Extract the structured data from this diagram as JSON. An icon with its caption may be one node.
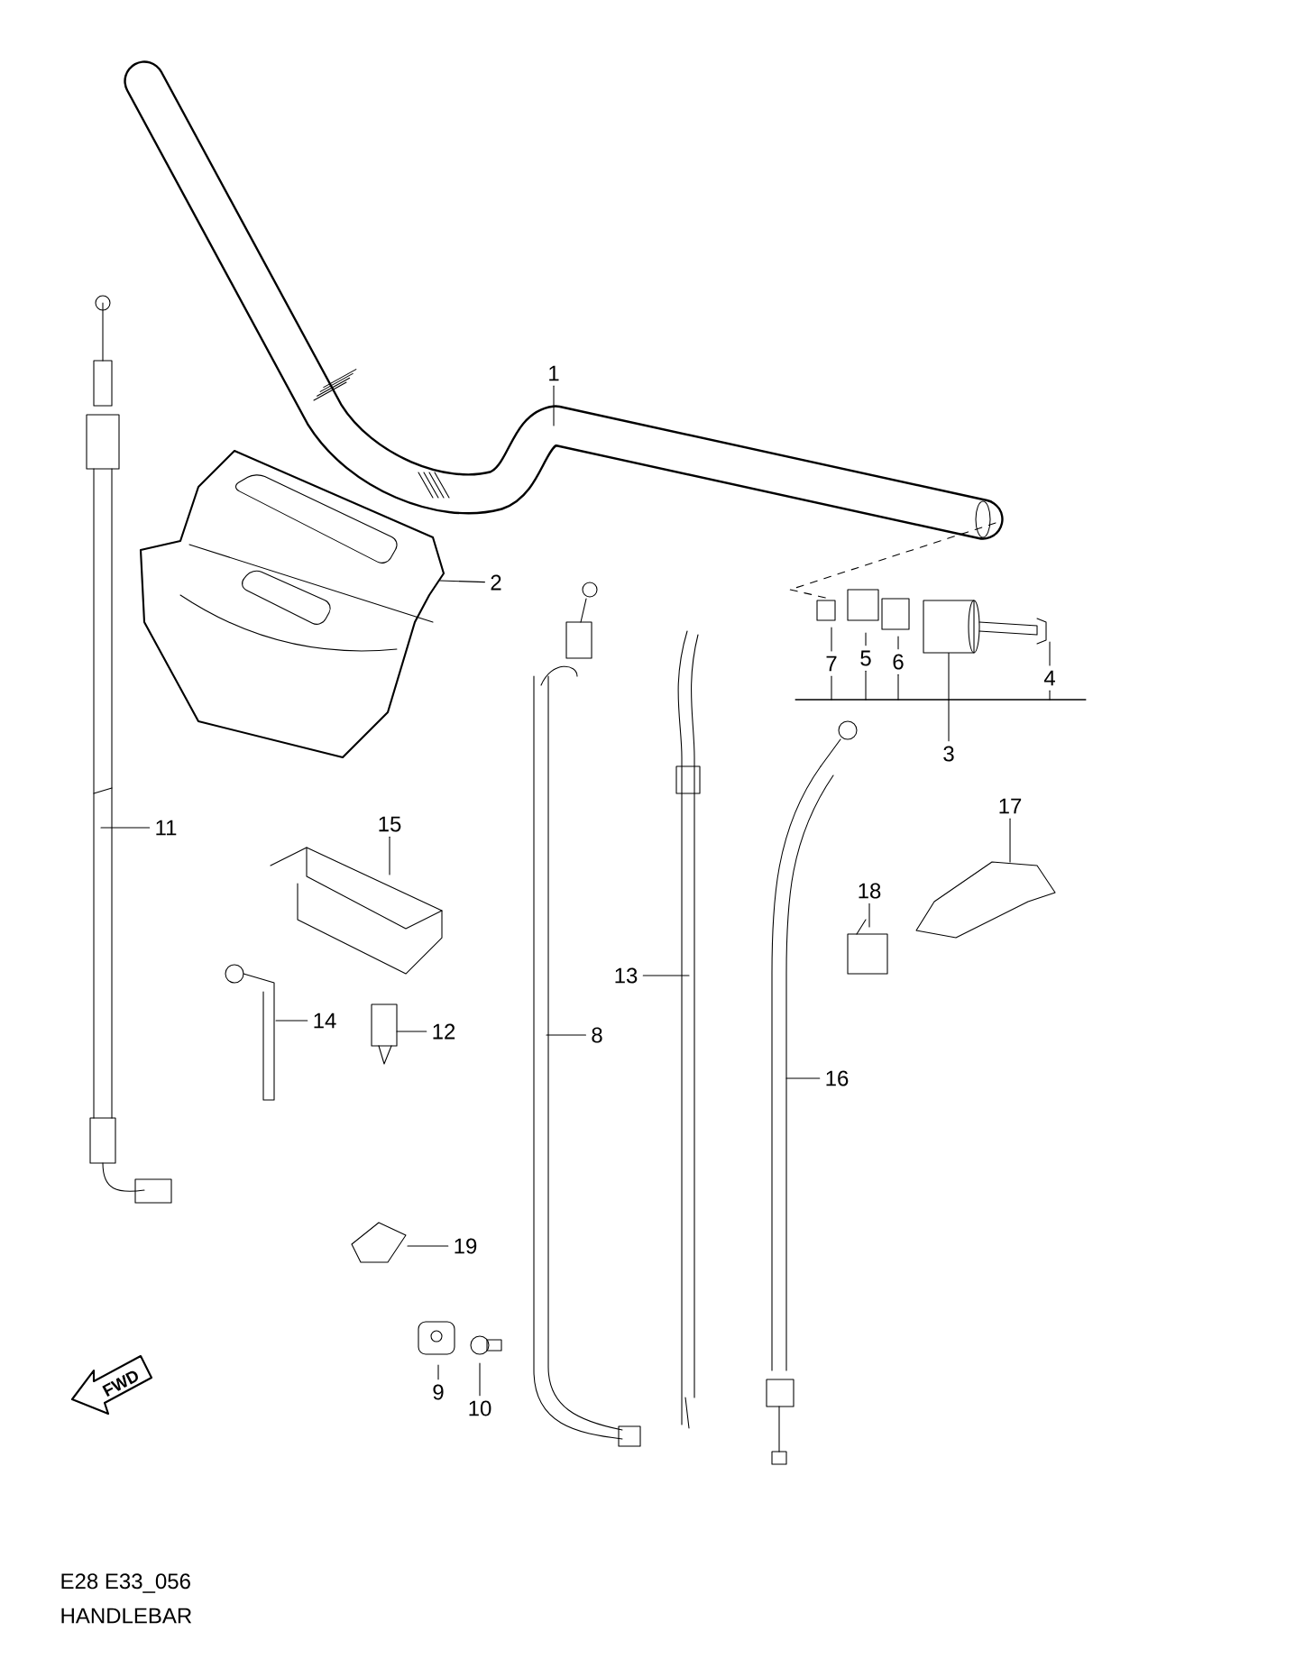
{
  "diagram": {
    "nodes": [
      {
        "text": [
          "1"
        ]
      },
      {
        "text": [
          "2"
        ]
      },
      {
        "text": [
          "7"
        ]
      },
      {
        "text": [
          "5"
        ]
      },
      {
        "text": [
          "6"
        ]
      },
      {
        "text": [
          "4"
        ]
      },
      {
        "text": [
          "3"
        ]
      },
      {
        "text": [
          "11"
        ]
      },
      {
        "text": [
          "17"
        ]
      },
      {
        "text": [
          "15"
        ]
      },
      {
        "text": [
          "18"
        ]
      },
      {
        "text": [
          "13"
        ]
      },
      {
        "text": [
          "8"
        ]
      },
      {
        "text": [
          "14"
        ]
      },
      {
        "text": [
          "12"
        ]
      },
      {
        "text": [
          "16"
        ]
      },
      {
        "text": [
          "19"
        ]
      },
      {
        "text": [
          "9"
        ]
      },
      {
        "text": [
          "10"
        ]
      },
      {
        "text": [],
        "shape": "bar"
      },
      {
        "text": [],
        "shape": "cylinder"
      }
    ],
    "edges": [
      {
        "from": 0,
        "to": null,
        "arrow": "none"
      },
      {
        "from": 1,
        "to": null,
        "arrow": "none"
      },
      {
        "from": 2,
        "to": null,
        "arrow": "none"
      },
      {
        "from": 3,
        "to": null,
        "arrow": "none"
      },
      {
        "from": 4,
        "to": null,
        "arrow": "none"
      },
      {
        "from": 5,
        "to": null,
        "arrow": "none"
      },
      {
        "from": 6,
        "to": 19,
        "arrow": "none"
      },
      {
        "from": 7,
        "to": null,
        "arrow": "none"
      },
      {
        "from": 8,
        "to": null,
        "arrow": "none"
      },
      {
        "from": 9,
        "to": null,
        "arrow": "none"
      },
      {
        "from": 10,
        "to": null,
        "arrow": "none"
      },
      {
        "from": 11,
        "to": null,
        "arrow": "none"
      },
      {
        "from": 12,
        "to": null,
        "arrow": "none"
      },
      {
        "from": 13,
        "to": null,
        "arrow": "none"
      },
      {
        "from": 14,
        "to": null,
        "arrow": "none"
      },
      {
        "from": 15,
        "to": null,
        "arrow": "none"
      },
      {
        "from": 16,
        "to": null,
        "arrow": "none"
      },
      {
        "from": 17,
        "to": null,
        "arrow": "none"
      },
      {
        "from": 18,
        "to": null,
        "arrow": "none"
      },
      {
        "from": 2,
        "to": 19,
        "arrow": "none"
      },
      {
        "from": 3,
        "to": 19,
        "arrow": "none"
      },
      {
        "from": 4,
        "to": 19,
        "arrow": "none"
      },
      {
        "from": 5,
        "to": 19,
        "arrow": "none"
      },
      {
        "from": 19,
        "to": 20,
        "arrow": "none"
      }
    ],
    "labels": [
      "FWD",
      "E28 E33_056",
      "HANDLEBAR"
    ]
  }
}
